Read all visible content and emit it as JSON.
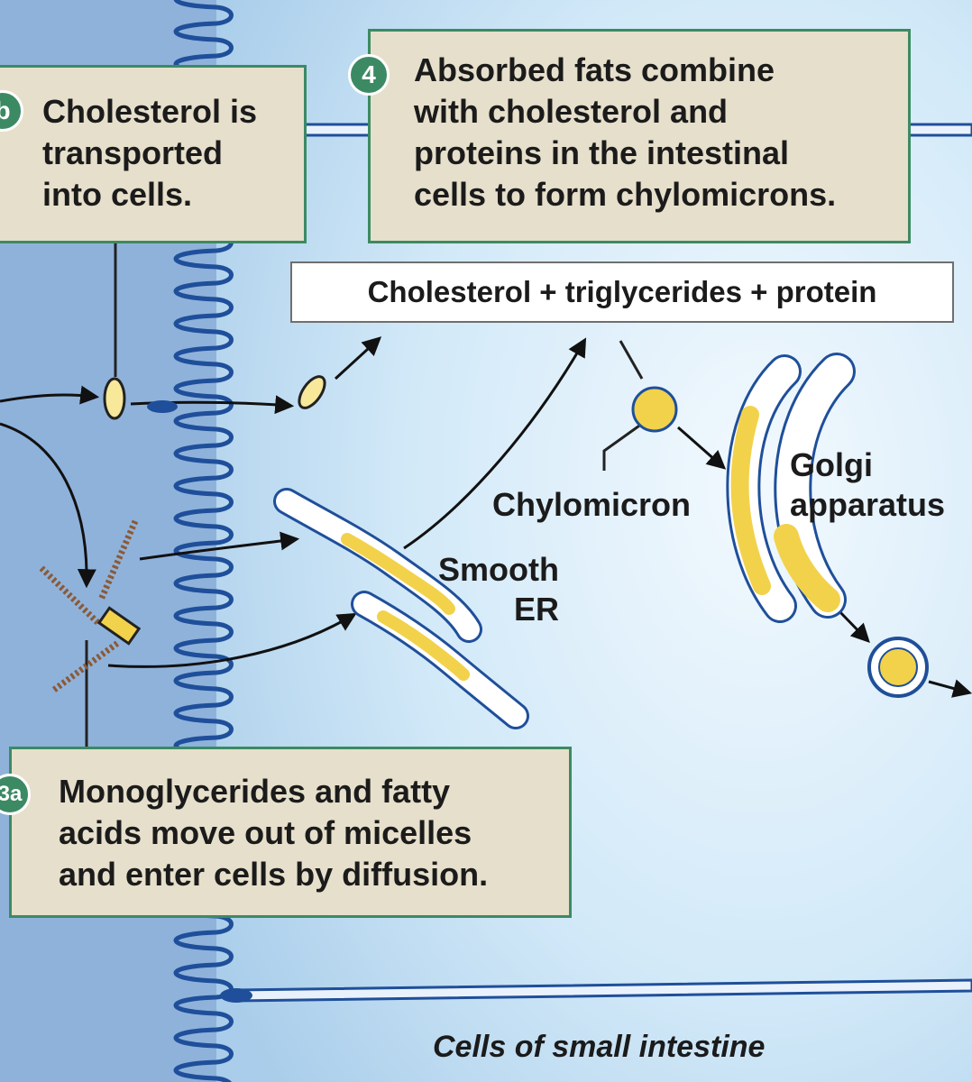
{
  "colors": {
    "lumen": "#8fb2db",
    "cell": "#cde6f8",
    "box_fill": "#e6dfcb",
    "box_border": "#3c8a63",
    "yellow": "#f2d24b",
    "membrane": "#1f4f9a"
  },
  "step_3b": {
    "badge": "b",
    "text": "Cholesterol is\ntransported\ninto cells."
  },
  "step_4": {
    "badge": "4",
    "text": "Absorbed fats combine\nwith cholesterol and\nproteins in the intestinal\ncells to form chylomicrons."
  },
  "step_3a": {
    "badge": "3a",
    "text": "Monoglycerides and fatty\nacids move out of micelles\nand enter cells by diffusion."
  },
  "formula": "Cholesterol + triglycerides + protein",
  "labels": {
    "chylomicron": "Chylomicron",
    "golgi": "Golgi\napparatus",
    "smooth_er": "Smooth\nER",
    "caption": "Cells of small intestine"
  }
}
